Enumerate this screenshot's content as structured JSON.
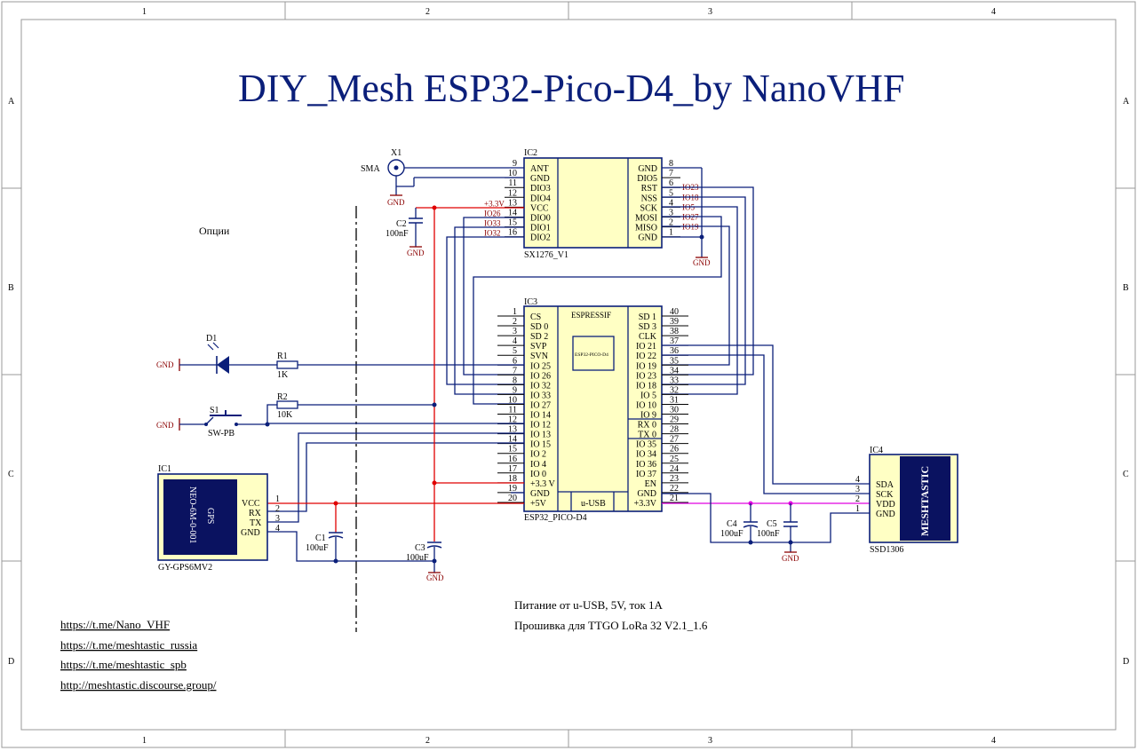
{
  "title": "DIY_Mesh ESP32-Pico-D4_by NanoVHF",
  "options_label": "Опции",
  "grid": {
    "columns": [
      "1",
      "2",
      "3",
      "4"
    ],
    "rows": [
      "A",
      "B",
      "C",
      "D"
    ]
  },
  "sma": {
    "ref": "X1",
    "label": "SMA",
    "gnd": "GND"
  },
  "ic2": {
    "ref": "IC2",
    "part": "SX1276_V1",
    "left_pins": [
      {
        "num": "9",
        "name": "ANT",
        "net": ""
      },
      {
        "num": "10",
        "name": "GND",
        "net": ""
      },
      {
        "num": "11",
        "name": "DIO3",
        "net": ""
      },
      {
        "num": "12",
        "name": "DIO4",
        "net": ""
      },
      {
        "num": "13",
        "name": "VCC",
        "net": "+3.3V"
      },
      {
        "num": "14",
        "name": "DIO0",
        "net": "IO26"
      },
      {
        "num": "15",
        "name": "DIO1",
        "net": "IO33"
      },
      {
        "num": "16",
        "name": "DIO2",
        "net": "IO32"
      }
    ],
    "right_pins": [
      {
        "num": "8",
        "name": "GND",
        "net": ""
      },
      {
        "num": "7",
        "name": "DIO5",
        "net": ""
      },
      {
        "num": "6",
        "name": "RST",
        "net": "IO23"
      },
      {
        "num": "5",
        "name": "NSS",
        "net": "IO18"
      },
      {
        "num": "4",
        "name": "SCK",
        "net": "IO5"
      },
      {
        "num": "3",
        "name": "MOSI",
        "net": "IO27"
      },
      {
        "num": "2",
        "name": "MISO",
        "net": "IO19"
      },
      {
        "num": "1",
        "name": "GND",
        "net": ""
      }
    ],
    "gnd": "GND"
  },
  "c2": {
    "ref": "C2",
    "value": "100nF",
    "gnd": "GND"
  },
  "ic3": {
    "ref": "IC3",
    "part": "ESP32_PICO-D4",
    "brand": "ESPRESSIF",
    "inner": "ESP32-PICO-D4",
    "usb": "u-USB",
    "left_pins": [
      {
        "num": "1",
        "name": "CS"
      },
      {
        "num": "2",
        "name": "SD 0"
      },
      {
        "num": "3",
        "name": "SD 2"
      },
      {
        "num": "4",
        "name": "SVP"
      },
      {
        "num": "5",
        "name": "SVN"
      },
      {
        "num": "6",
        "name": "IO 25"
      },
      {
        "num": "7",
        "name": "IO 26"
      },
      {
        "num": "8",
        "name": "IO 32"
      },
      {
        "num": "9",
        "name": "IO 33"
      },
      {
        "num": "10",
        "name": "IO 27"
      },
      {
        "num": "11",
        "name": "IO 14"
      },
      {
        "num": "12",
        "name": "IO 12"
      },
      {
        "num": "13",
        "name": "IO 13"
      },
      {
        "num": "14",
        "name": "IO 15"
      },
      {
        "num": "15",
        "name": "IO 2"
      },
      {
        "num": "16",
        "name": "IO 4"
      },
      {
        "num": "17",
        "name": "IO 0"
      },
      {
        "num": "18",
        "name": "+3.3 V"
      },
      {
        "num": "19",
        "name": "GND"
      },
      {
        "num": "20",
        "name": "+5V"
      }
    ],
    "right_pins": [
      {
        "num": "40",
        "name": "SD 1"
      },
      {
        "num": "39",
        "name": "SD 3"
      },
      {
        "num": "38",
        "name": "CLK"
      },
      {
        "num": "37",
        "name": "IO 21"
      },
      {
        "num": "36",
        "name": "IO 22"
      },
      {
        "num": "35",
        "name": "IO 19"
      },
      {
        "num": "34",
        "name": "IO 23"
      },
      {
        "num": "33",
        "name": "IO 18"
      },
      {
        "num": "32",
        "name": "IO 5"
      },
      {
        "num": "31",
        "name": "IO 10"
      },
      {
        "num": "30",
        "name": "IO 9"
      },
      {
        "num": "29",
        "name": "RX 0"
      },
      {
        "num": "28",
        "name": "TX 0"
      },
      {
        "num": "27",
        "name": "IO 35"
      },
      {
        "num": "26",
        "name": "IO 34"
      },
      {
        "num": "25",
        "name": "IO 36"
      },
      {
        "num": "24",
        "name": "IO 37"
      },
      {
        "num": "23",
        "name": "EN"
      },
      {
        "num": "22",
        "name": "GND"
      },
      {
        "num": "21",
        "name": "+3.3V"
      }
    ]
  },
  "d1": {
    "ref": "D1",
    "gnd": "GND"
  },
  "r1": {
    "ref": "R1",
    "value": "1K"
  },
  "s1": {
    "ref": "S1",
    "part": "SW-PB",
    "gnd": "GND"
  },
  "r2": {
    "ref": "R2",
    "value": "10K"
  },
  "ic1": {
    "ref": "IC1",
    "part": "GY-GPS6MV2",
    "module_line1": "GPS",
    "module_line2": "NEO-6M-0-001",
    "pins": [
      {
        "num": "1",
        "name": "VCC"
      },
      {
        "num": "2",
        "name": "RX"
      },
      {
        "num": "3",
        "name": "TX"
      },
      {
        "num": "4",
        "name": "GND"
      }
    ]
  },
  "c1": {
    "ref": "C1",
    "value": "100uF"
  },
  "c3": {
    "ref": "C3",
    "value": "100uF",
    "gnd": "GND"
  },
  "c4": {
    "ref": "C4",
    "value": "100uF"
  },
  "c5": {
    "ref": "C5",
    "value": "100nF",
    "gnd": "GND"
  },
  "ic4": {
    "ref": "IC4",
    "part": "SSD1306",
    "screen": "MESHTASTIC",
    "pins": [
      {
        "num": "4",
        "name": "SDA"
      },
      {
        "num": "3",
        "name": "SCK"
      },
      {
        "num": "2",
        "name": "VDD"
      },
      {
        "num": "1",
        "name": "GND"
      }
    ]
  },
  "notes": [
    "Питание от u-USB, 5V, ток 1A",
    "Прошивка для TTGO LoRa 32 V2.1_1.6"
  ],
  "links": [
    "https://t.me/Nano_VHF",
    "https://t.me/meshtastic_russia",
    "https://t.me/meshtastic_spb",
    "http://meshtastic.discourse.group/"
  ],
  "colors": {
    "wire": "#0b1f7a",
    "power": "#e00000",
    "vdd": "#e000e0",
    "chip_fill": "#ffffc4",
    "title": "#0b1f7a"
  }
}
